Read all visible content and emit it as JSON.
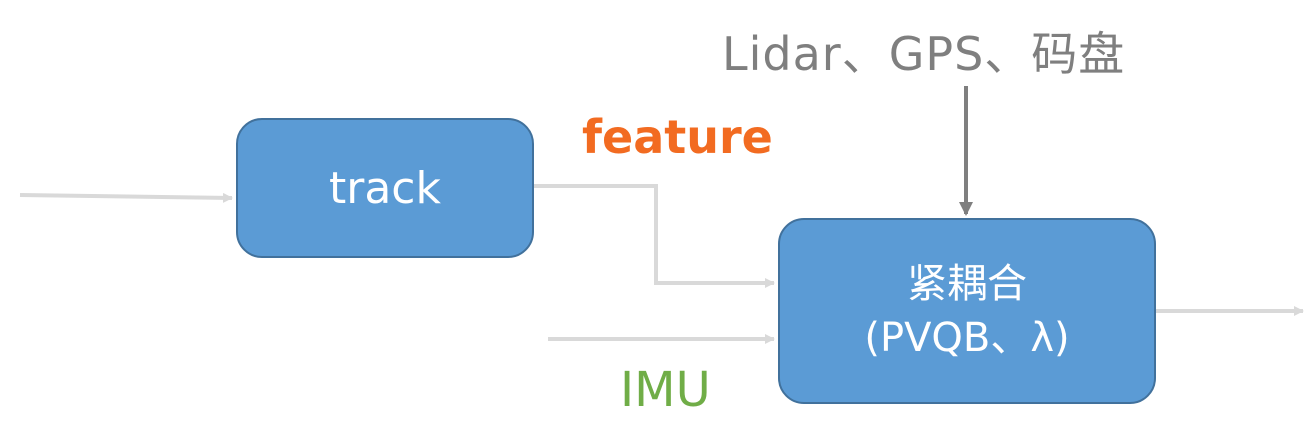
{
  "nodes": {
    "track": {
      "label": "track"
    },
    "tight_coupling": {
      "title": "紧耦合",
      "subtitle": "(PVQB、λ)"
    }
  },
  "labels": {
    "sensors": "Lidar、GPS、码盘",
    "feature": "feature",
    "imu": "IMU"
  },
  "colors": {
    "node_fill": "#5b9bd5",
    "node_border": "#41719c",
    "node_text": "#ffffff",
    "arrow_light": "#d9d9d9",
    "arrow_dark": "#7f7f7f",
    "sensors_text": "#7f7f7f",
    "feature_text": "#f26b21",
    "imu_text": "#70ad47"
  }
}
